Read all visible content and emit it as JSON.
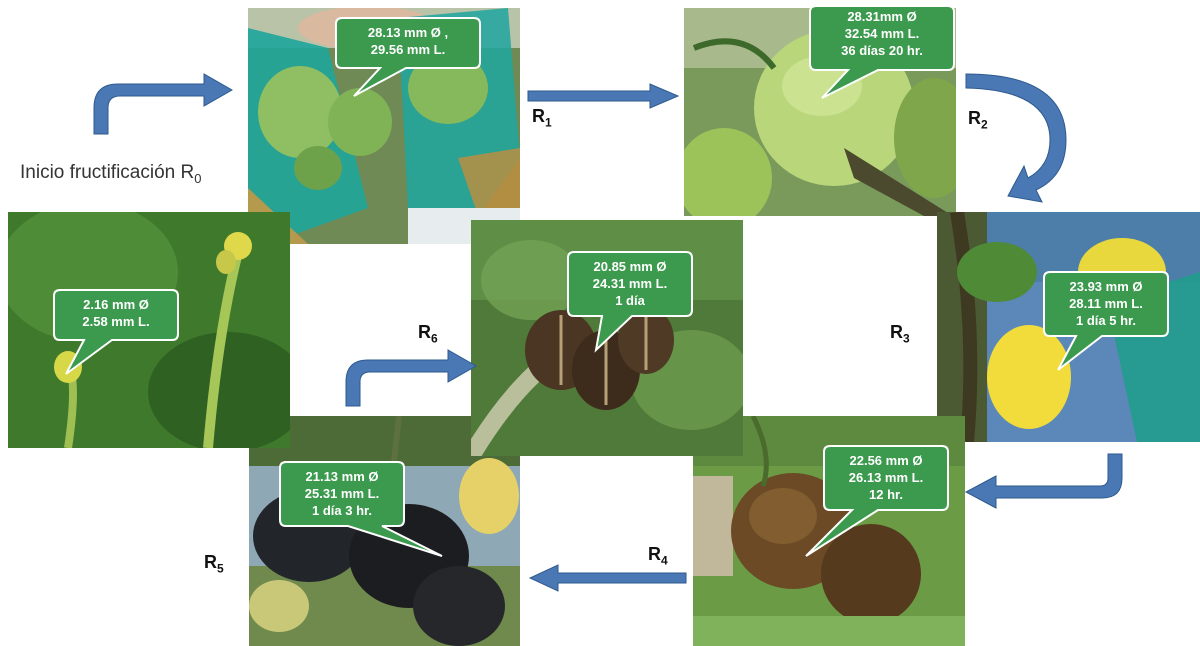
{
  "start_label": {
    "text": "Inicio fructificación R",
    "sub": "0"
  },
  "stages": [
    {
      "letter": "R",
      "sub": "1"
    },
    {
      "letter": "R",
      "sub": "2"
    },
    {
      "letter": "R",
      "sub": "3"
    },
    {
      "letter": "R",
      "sub": "4"
    },
    {
      "letter": "R",
      "sub": "5"
    },
    {
      "letter": "R",
      "sub": "6"
    }
  ],
  "callouts": {
    "r0": [
      "28.13 mm Ø ,",
      "29.56 mm L."
    ],
    "r1": [
      "28.31mm Ø",
      "32.54 mm L.",
      "36 días 20 hr."
    ],
    "r2": [
      "23.93 mm Ø",
      "28.11 mm L.",
      "1 día  5 hr."
    ],
    "r3": [
      "22.56 mm Ø",
      "26.13 mm L.",
      "12 hr."
    ],
    "r4": [
      "21.13 mm Ø",
      "25.31 mm L.",
      "1 día  3 hr."
    ],
    "r5": [
      "20.85 mm Ø",
      "24.31 mm L.",
      "1 día"
    ],
    "flower": [
      "2.16 mm Ø",
      "2.58 mm L."
    ]
  },
  "colors": {
    "arrow": "#4A78B4",
    "arrow_edge": "#2E5A8E",
    "callout_fill": "#3C9A4E",
    "callout_edge": "#ffffff"
  }
}
